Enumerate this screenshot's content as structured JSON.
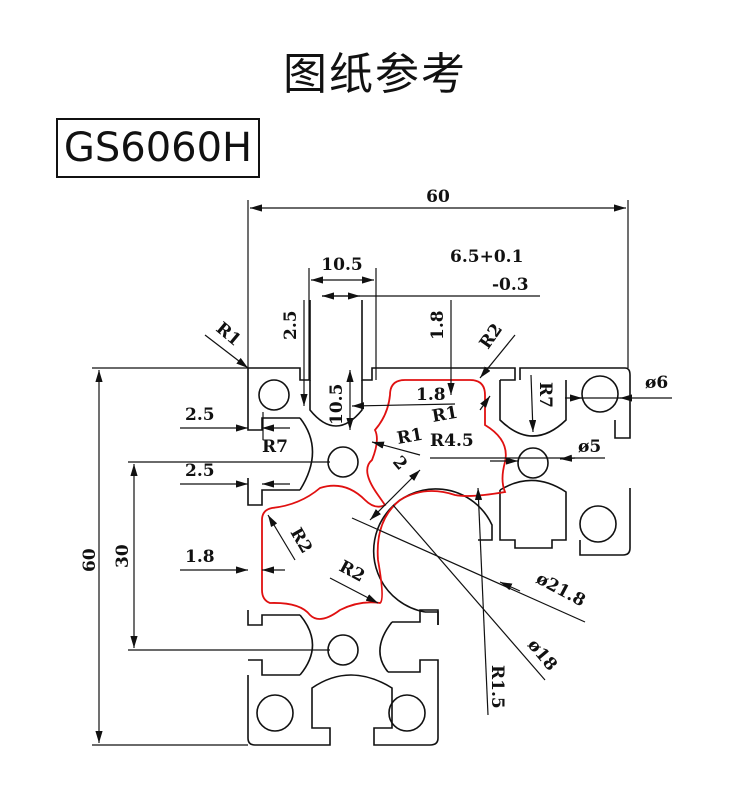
{
  "header": {
    "title": "图纸参考",
    "model": "GS6060H"
  },
  "drawing": {
    "profile_color": "#111111",
    "highlight_color": "#e01010",
    "dimensions": {
      "overall_width": "60",
      "overall_height": "60",
      "center_spacing": "30",
      "slot_opening_outer": "10.5",
      "slot_depth": "10.5",
      "slot_width_tolerance_main": "6.5+0.1",
      "slot_width_tolerance_minus": "-0.3",
      "lip_thickness_top": "2.5",
      "wall_top": "1.8",
      "wall_inner": "1.8",
      "wall_left": "1.8",
      "left_lip_1": "2.5",
      "left_lip_2": "2.5",
      "corner_radius_outer": "R1",
      "radius_r2_top": "R2",
      "radius_r7_left": "R7",
      "radius_r7_right": "R7",
      "radius_r1_inner_a": "R1",
      "radius_r1_inner_b": "R1",
      "radius_r45": "R4.5",
      "dim_2": "2",
      "radius_r2_left": "R2",
      "radius_r2_lower": "R2",
      "hole_d6": "ø6",
      "hole_d5": "ø5",
      "bore_d218": "ø21.8",
      "bore_d18": "ø18",
      "radius_r15": "R1.5"
    }
  }
}
